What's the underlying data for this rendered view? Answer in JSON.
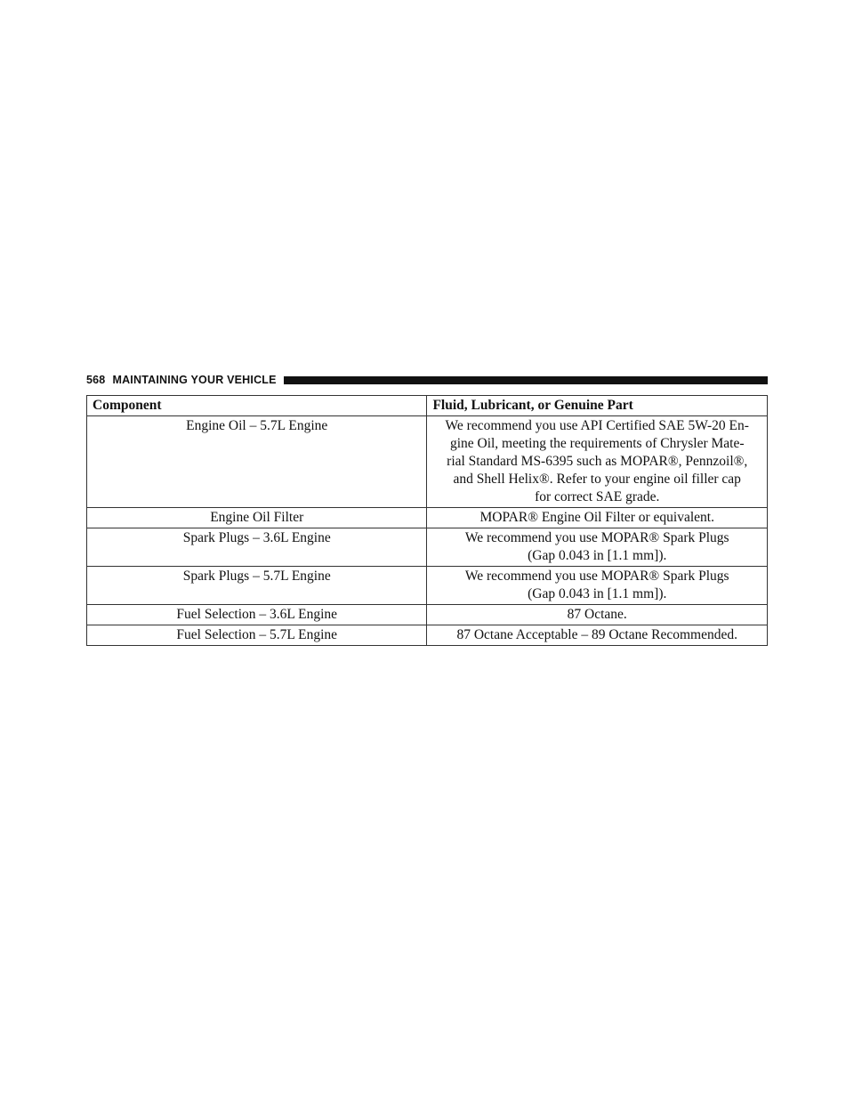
{
  "header": {
    "page_number": "568",
    "section_title": "MAINTAINING YOUR VEHICLE"
  },
  "table": {
    "columns": [
      "Component",
      "Fluid, Lubricant, or Genuine Part"
    ],
    "rows": [
      {
        "component": "Engine Oil – 5.7L Engine",
        "fluid_lines": [
          "We recommend you use API Certified SAE 5W-20 En-",
          "gine Oil, meeting the requirements of Chrysler Mate-",
          "rial Standard MS-6395 such as MOPAR®, Pennzoil®,",
          "and Shell Helix®. Refer to your engine oil filler cap",
          "for correct SAE grade."
        ]
      },
      {
        "component": "Engine Oil Filter",
        "fluid_lines": [
          "MOPAR® Engine Oil Filter or equivalent."
        ]
      },
      {
        "component": "Spark Plugs – 3.6L Engine",
        "fluid_lines": [
          "We recommend you use MOPAR® Spark Plugs",
          "(Gap 0.043 in [1.1 mm])."
        ]
      },
      {
        "component": "Spark Plugs – 5.7L Engine",
        "fluid_lines": [
          "We recommend you use MOPAR® Spark Plugs",
          "(Gap 0.043 in [1.1 mm])."
        ]
      },
      {
        "component": "Fuel Selection – 3.6L Engine",
        "fluid_lines": [
          "87 Octane."
        ]
      },
      {
        "component": "Fuel Selection – 5.7L Engine",
        "fluid_lines": [
          "87 Octane Acceptable – 89 Octane Recommended."
        ]
      }
    ]
  }
}
